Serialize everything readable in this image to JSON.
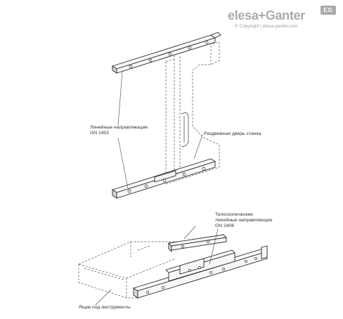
{
  "logo": {
    "brand": "elesa+Ganter",
    "copyright": "© Copyright | elesa-ganter.com",
    "badge": "EG"
  },
  "labels": {
    "linear_guides_line1": "Линейные направляющие",
    "linear_guides_line2": "GN 2402",
    "sliding_door": "Раздвижная дверь станка",
    "telescopic_line1": "Телескопические",
    "telescopic_line2": "линейные направляющие",
    "telescopic_line3": "GN 2406",
    "tool_drawer": "Ящик под инструменты"
  }
}
